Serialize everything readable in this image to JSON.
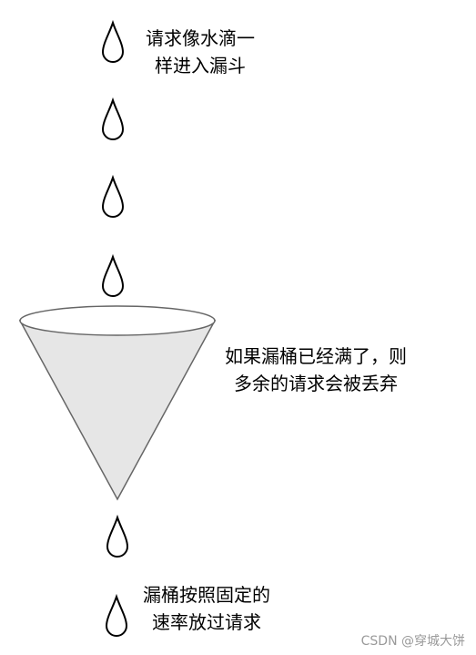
{
  "labels": {
    "top": [
      "请求像水滴一",
      "样进入漏斗"
    ],
    "middle": [
      "如果漏桶已经满了，则",
      "多余的请求会被丢弃"
    ],
    "bottom": [
      "漏桶按照固定的",
      "速率放过请求"
    ]
  },
  "watermark": "CSDN @穿城大饼",
  "colors": {
    "stroke": "#000000",
    "funnel_fill": "#e6e6e6",
    "funnel_stroke": "#666666",
    "background": "#ffffff"
  }
}
